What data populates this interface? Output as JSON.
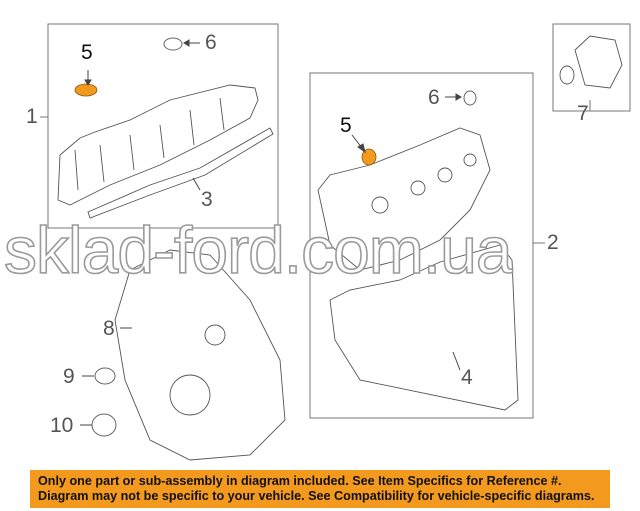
{
  "callouts": {
    "c1": "1",
    "c2": "2",
    "c3": "3",
    "c4": "4",
    "c5a": "5",
    "c5b": "5",
    "c6a": "6",
    "c6b": "6",
    "c7": "7",
    "c8": "8",
    "c9": "9",
    "c10": "10"
  },
  "watermark": "sklad-ford.com.ua",
  "notice": {
    "line1": "Only one part or sub-assembly in diagram included. See Item Specifics for Reference #.",
    "line2": "Diagram may not be specific to your vehicle. See Compatibility for vehicle-specific diagrams."
  },
  "colors": {
    "highlight": "#F39A1E",
    "banner": "#F39A1E"
  }
}
